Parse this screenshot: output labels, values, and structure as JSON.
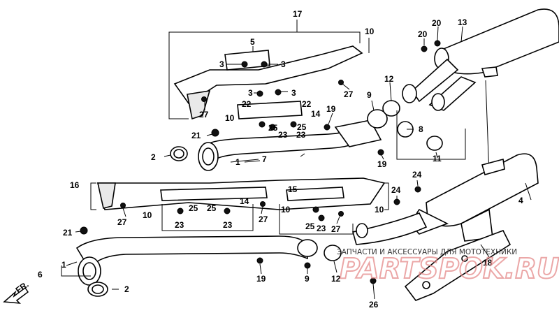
{
  "callouts": {
    "c1_upper": "1",
    "c1_lower": "1",
    "c2_upper": "2",
    "c2_lower": "2",
    "c3_a": "3",
    "c3_b": "3",
    "c3_c": "3",
    "c3_d": "3",
    "c4": "4",
    "c5": "5",
    "c6": "6",
    "c7": "7",
    "c8": "8",
    "c9_upper": "9",
    "c9_lower": "9",
    "c10_top": "10",
    "c10_mid": "10",
    "c10_l": "10",
    "c10_m": "10",
    "c10_r": "10",
    "c11": "11",
    "c12_upper": "12",
    "c12_lower": "12",
    "c13": "13",
    "c14_upper": "14",
    "c14_lower": "14",
    "c15": "15",
    "c16": "16",
    "c17": "17",
    "c18": "18",
    "c19_a": "19",
    "c19_b": "19",
    "c19_c": "19",
    "c20_a": "20",
    "c20_b": "20",
    "c21_upper": "21",
    "c21_lower": "21",
    "c22_a": "22",
    "c22_b": "22",
    "c23_a": "23",
    "c23_b": "23",
    "c23_c": "23",
    "c23_d": "23",
    "c23_e": "23",
    "c24_a": "24",
    "c24_b": "24",
    "c25_a": "25",
    "c25_b": "25",
    "c25_c": "25",
    "c25_d": "25",
    "c26": "26",
    "c27_a": "27",
    "c27_b": "27",
    "c27_c": "27",
    "c27_d": "27",
    "c27_e": "27"
  },
  "front_marker": "FR.",
  "watermark": {
    "caption": "ЗАПЧАСТИ И АКСЕССУАРЫ ДЛЯ МОТОТЕХНИКИ",
    "logo": "PARTSPOK.RU"
  }
}
